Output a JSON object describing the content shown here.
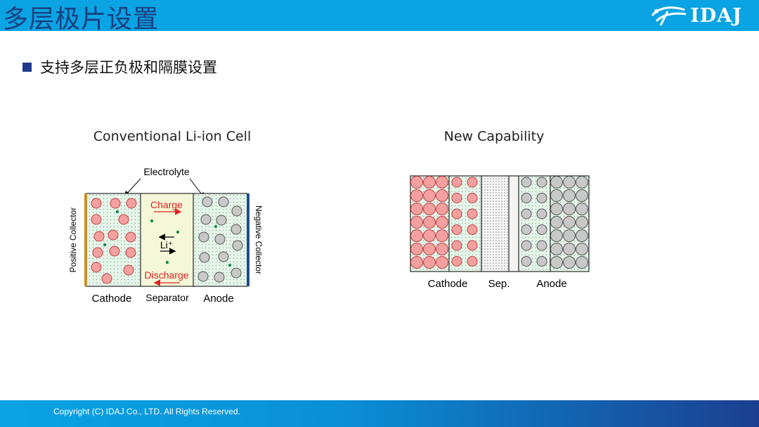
{
  "header": {
    "title": "多层极片设置",
    "logo_text": "IDAJ"
  },
  "bullet": {
    "text": "支持多层正负极和隔膜设置"
  },
  "left_diagram": {
    "title": "Conventional Li-ion Cell",
    "electrolyte_label": "Electrolyte",
    "charge_label": "Charge",
    "discharge_label": "Discharge",
    "ion_label": "Li⁺",
    "positive_collector_label": "Positive Collector",
    "negative_collector_label": "Negative Collector",
    "cathode_label": "Cathode",
    "separator_label": "Separator",
    "anode_label": "Anode"
  },
  "right_diagram": {
    "title": "New Capability",
    "cathode_label": "Cathode",
    "separator_label": "Sep.",
    "anode_label": "Anode"
  },
  "colors": {
    "header_bg": "#0aa3e4",
    "title_text": "#1a3f7e",
    "cathode_particle": "#f4a0a0",
    "anode_particle": "#c8c8c8",
    "electrolyte_bg": "#e6f5ea",
    "separator_bg": "#f4f8d8",
    "charge_arrow": "#e02020",
    "ion_dot": "#1a8a4a"
  },
  "footer": {
    "copyright": "Copyright (C)  IDAJ Co., LTD. All Rights Reserved."
  }
}
